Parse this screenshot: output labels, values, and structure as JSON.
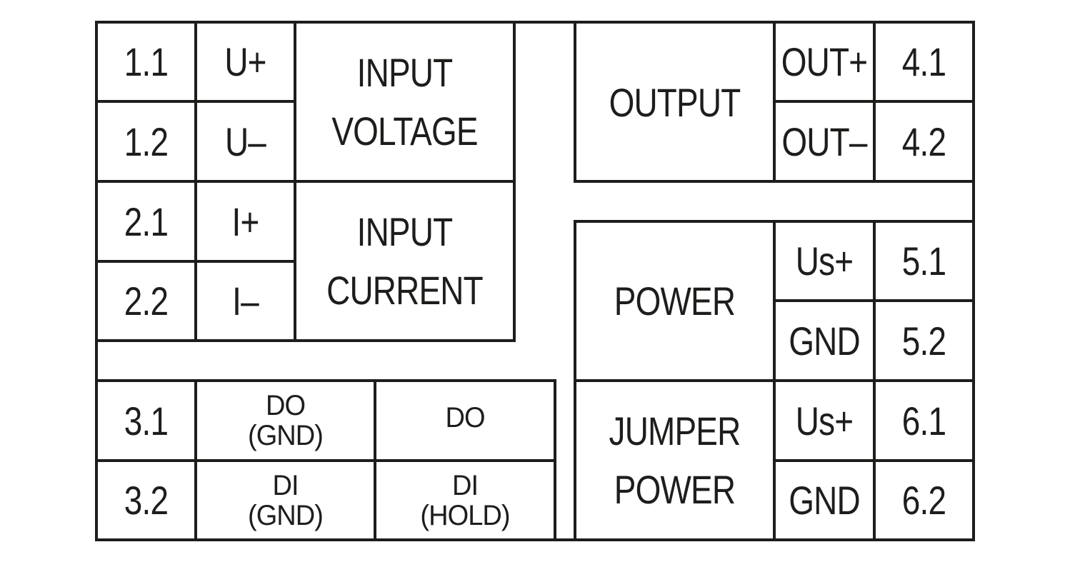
{
  "colors": {
    "stroke": "#1d1d1b",
    "background": "#ffffff"
  },
  "diagram": {
    "group1": {
      "pins": [
        "1.1",
        "1.2"
      ],
      "signals": [
        "U+",
        "U–"
      ],
      "label": "INPUT\nVOLTAGE"
    },
    "group2": {
      "pins": [
        "2.1",
        "2.2"
      ],
      "signals": [
        "I+",
        "I–"
      ],
      "label": "INPUT\nCURRENT"
    },
    "group3": {
      "pins": [
        "3.1",
        "3.2"
      ],
      "col_a": [
        "DO\n(GND)",
        "DI\n(GND)"
      ],
      "col_b": [
        "DO",
        "DI\n(HOLD)"
      ]
    },
    "group4": {
      "label": "OUTPUT",
      "signals": [
        "OUT+",
        "OUT–"
      ],
      "pins": [
        "4.1",
        "4.2"
      ]
    },
    "group5": {
      "label": "POWER",
      "signals": [
        "Us+",
        "GND"
      ],
      "pins": [
        "5.1",
        "5.2"
      ]
    },
    "group6": {
      "label": "JUMPER\nPOWER",
      "signals": [
        "Us+",
        "GND"
      ],
      "pins": [
        "6.1",
        "6.2"
      ]
    }
  }
}
